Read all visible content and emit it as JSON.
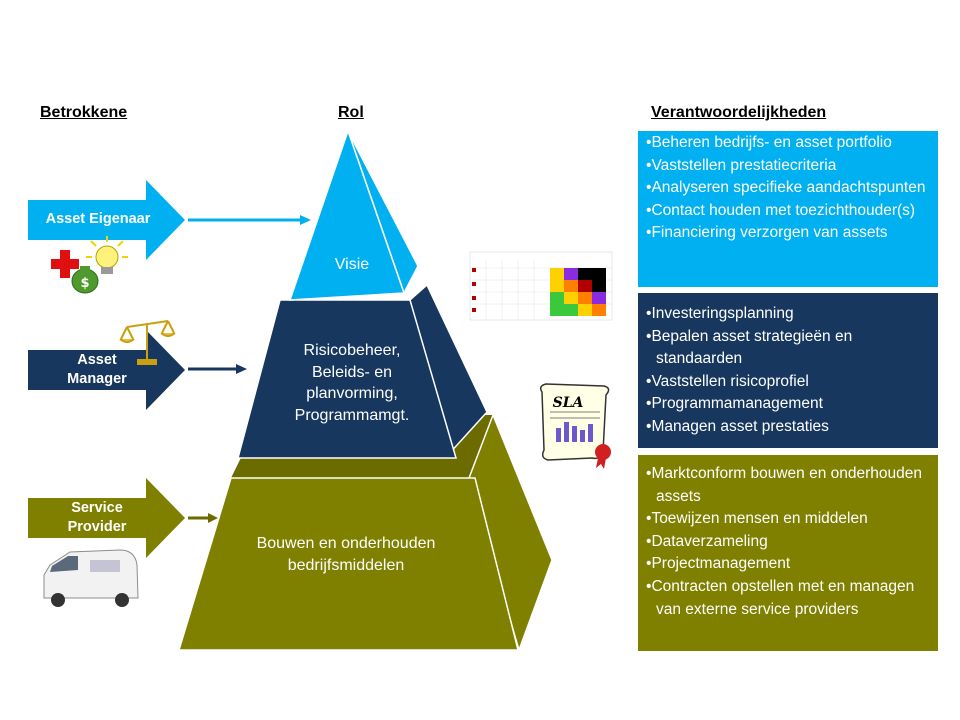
{
  "headers": {
    "betrokkene": "Betrokkene",
    "rol": "Rol",
    "verantwoordelijkheden": "Verantwoordelijkheden"
  },
  "stakeholders": {
    "eigenaar": "Asset Eigenaar",
    "manager_l1": "Asset",
    "manager_l2": "Manager",
    "provider_l1": "Service",
    "provider_l2": "Provider"
  },
  "pyramid": {
    "top": "Visie",
    "middle_l1": "Risicobeheer,",
    "middle_l2": "Beleids- en",
    "middle_l3": "planvorming,",
    "middle_l4": "Programmamgt.",
    "bottom_l1": "Bouwen en onderhouden",
    "bottom_l2": "bedrijfsmiddelen"
  },
  "responsibilities": {
    "eigenaar": [
      "Beheren bedrijfs- en asset portfolio",
      "Vaststellen prestatiecriteria",
      "Analyseren specifieke aandachtspunten",
      "Contact houden met toezichthouder(s)",
      "Financiering verzorgen van assets"
    ],
    "manager": [
      "Investeringsplanning",
      "Bepalen asset strategieën en standaarden",
      "Vaststellen risicoprofiel",
      "Programmamanagement",
      "Managen asset prestaties"
    ],
    "provider": [
      "Marktconform bouwen en onderhouden assets",
      "Toewijzen mensen en middelen",
      "Dataverzameling",
      "Projectmanagement",
      "Contracten opstellen met  en managen van externe service providers"
    ]
  },
  "sla_label": "SLA",
  "colors": {
    "light_blue": "#00B0F0",
    "navy": "#17375E",
    "olive": "#7F7F00",
    "olive_dark": "#6B6B00"
  }
}
